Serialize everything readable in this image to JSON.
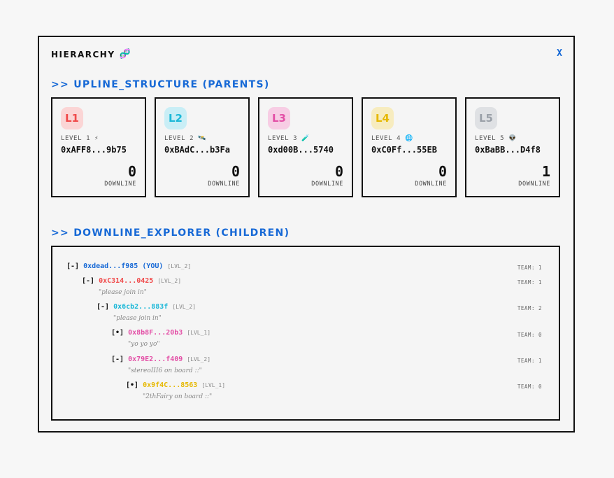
{
  "title": "HIERARCHY",
  "title_icon": "🧬",
  "close_label": "X",
  "upline": {
    "heading": ">> UPLINE_STRUCTURE (PARENTS)",
    "cards": [
      {
        "badge": "L1",
        "level": "LEVEL 1 ⚡",
        "address": "0xAFF8...9b75",
        "count": "0",
        "downline_label": "DOWNLINE",
        "color": "#f04a4a",
        "bg": "#fbd5d5"
      },
      {
        "badge": "L2",
        "level": "LEVEL 2 🛰️",
        "address": "0xBAdC...b3Fa",
        "count": "0",
        "downline_label": "DOWNLINE",
        "color": "#1cb8d8",
        "bg": "#c9eef6"
      },
      {
        "badge": "L3",
        "level": "LEVEL 3 🧪",
        "address": "0xd00B...5740",
        "count": "0",
        "downline_label": "DOWNLINE",
        "color": "#e34fa6",
        "bg": "#f7cde4"
      },
      {
        "badge": "L4",
        "level": "LEVEL 4 🌐",
        "address": "0xC0Ff...55EB",
        "count": "0",
        "downline_label": "DOWNLINE",
        "color": "#e6b800",
        "bg": "#f7ecbf"
      },
      {
        "badge": "L5",
        "level": "LEVEL 5 👽",
        "address": "0xBaBB...D4f8",
        "count": "1",
        "downline_label": "DOWNLINE",
        "color": "#9aa0a8",
        "bg": "#dfe1e4"
      }
    ]
  },
  "downline": {
    "heading": ">> DOWNLINE_EXPLORER (CHILDREN)",
    "nodes": [
      {
        "toggle": "[-]",
        "address": "0xdead...f985 (YOU)",
        "tag": "[LVL_2]",
        "team": "TEAM: 1",
        "message": "",
        "color": "#1769d6"
      },
      {
        "toggle": "[-]",
        "address": "0xC314...0425",
        "tag": "[LVL_2]",
        "team": "TEAM: 1",
        "message": "\"please join in\"",
        "color": "#f04a4a"
      },
      {
        "toggle": "[-]",
        "address": "0x6cb2...883f",
        "tag": "[LVL_2]",
        "team": "TEAM: 2",
        "message": "\"please join in\"",
        "color": "#1cb8d8"
      },
      {
        "toggle": "[•]",
        "address": "0x8b8F...20b3",
        "tag": "[LVL_1]",
        "team": "TEAM: 0",
        "message": "\"yo yo yo\"",
        "color": "#e34fa6"
      },
      {
        "toggle": "[-]",
        "address": "0x79E2...f409",
        "tag": "[LVL_2]",
        "team": "TEAM: 1",
        "message": "\"stereoIII6 on board ::\"",
        "color": "#e34fa6"
      },
      {
        "toggle": "[•]",
        "address": "0x9f4C...8563",
        "tag": "[LVL_1]",
        "team": "TEAM: 0",
        "message": "\"2thFairy on board ::\"",
        "color": "#e6b800"
      }
    ]
  }
}
